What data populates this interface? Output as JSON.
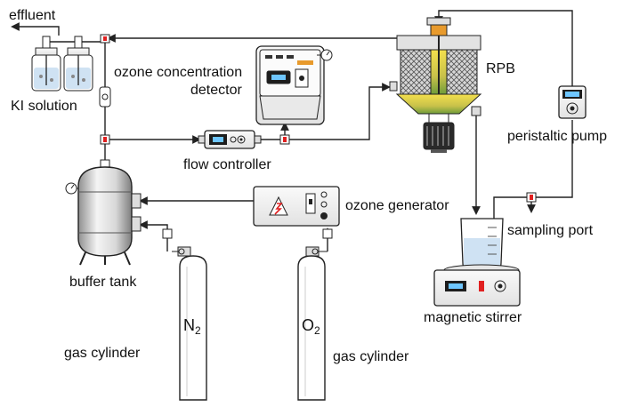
{
  "diagram": {
    "labels": {
      "effluent": "effluent",
      "ki_solution": "KI solution",
      "ozone_concentration": "ozone concentration",
      "detector": "detector",
      "rpb": "RPB",
      "peristaltic_pump": "peristaltic pump",
      "flow_controller": "flow controller",
      "ozone_generator": "ozone generator",
      "sampling_port": "sampling port",
      "buffer_tank": "buffer tank",
      "magnetic_stirrer": "magnetic stirrer",
      "n2_main": "N",
      "n2_sub": "2",
      "o2_main": "O",
      "o2_sub": "2",
      "gas_cylinder_n2": "gas cylinder",
      "gas_cylinder_o2": "gas cylinder"
    },
    "colors": {
      "line": "#222222",
      "metal_light": "#f2f2f2",
      "metal_dark": "#9a9a9a",
      "liquid": "#cfe2f3",
      "rpb_orange": "#e89a2c",
      "rpb_yellow": "#f4e04d",
      "warning_red": "#e02020"
    }
  }
}
